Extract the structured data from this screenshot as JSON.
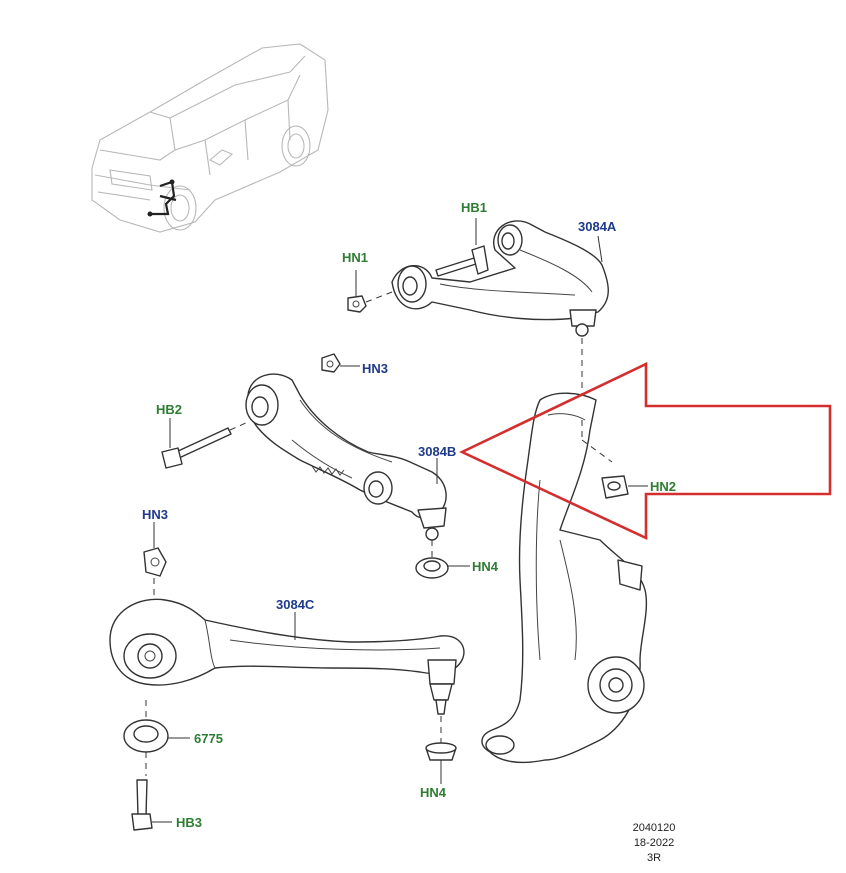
{
  "colors": {
    "fastener_label": "#2e7d32",
    "part_label": "#1f3a8a",
    "arrow": "#d32f2f",
    "linework": "#333333",
    "ghost_vehicle": "#b8b8b8"
  },
  "labels": {
    "hb1": "HB1",
    "hn1": "HN1",
    "upper_arm": "3084A",
    "hn3_top": "HN3",
    "hb2": "HB2",
    "mid_arm": "3084B",
    "hn2": "HN2",
    "hn4_mid": "HN4",
    "hn3_low": "HN3",
    "lower_arm": "3084C",
    "bush": "6775",
    "hn4_low": "HN4",
    "hb3": "HB3"
  },
  "reference": {
    "line1": "2040120",
    "line2": "18-2022",
    "line3": "3R"
  },
  "icons": {
    "vehicle": "suv-outline-icon",
    "arrow": "highlight-arrow-icon"
  }
}
